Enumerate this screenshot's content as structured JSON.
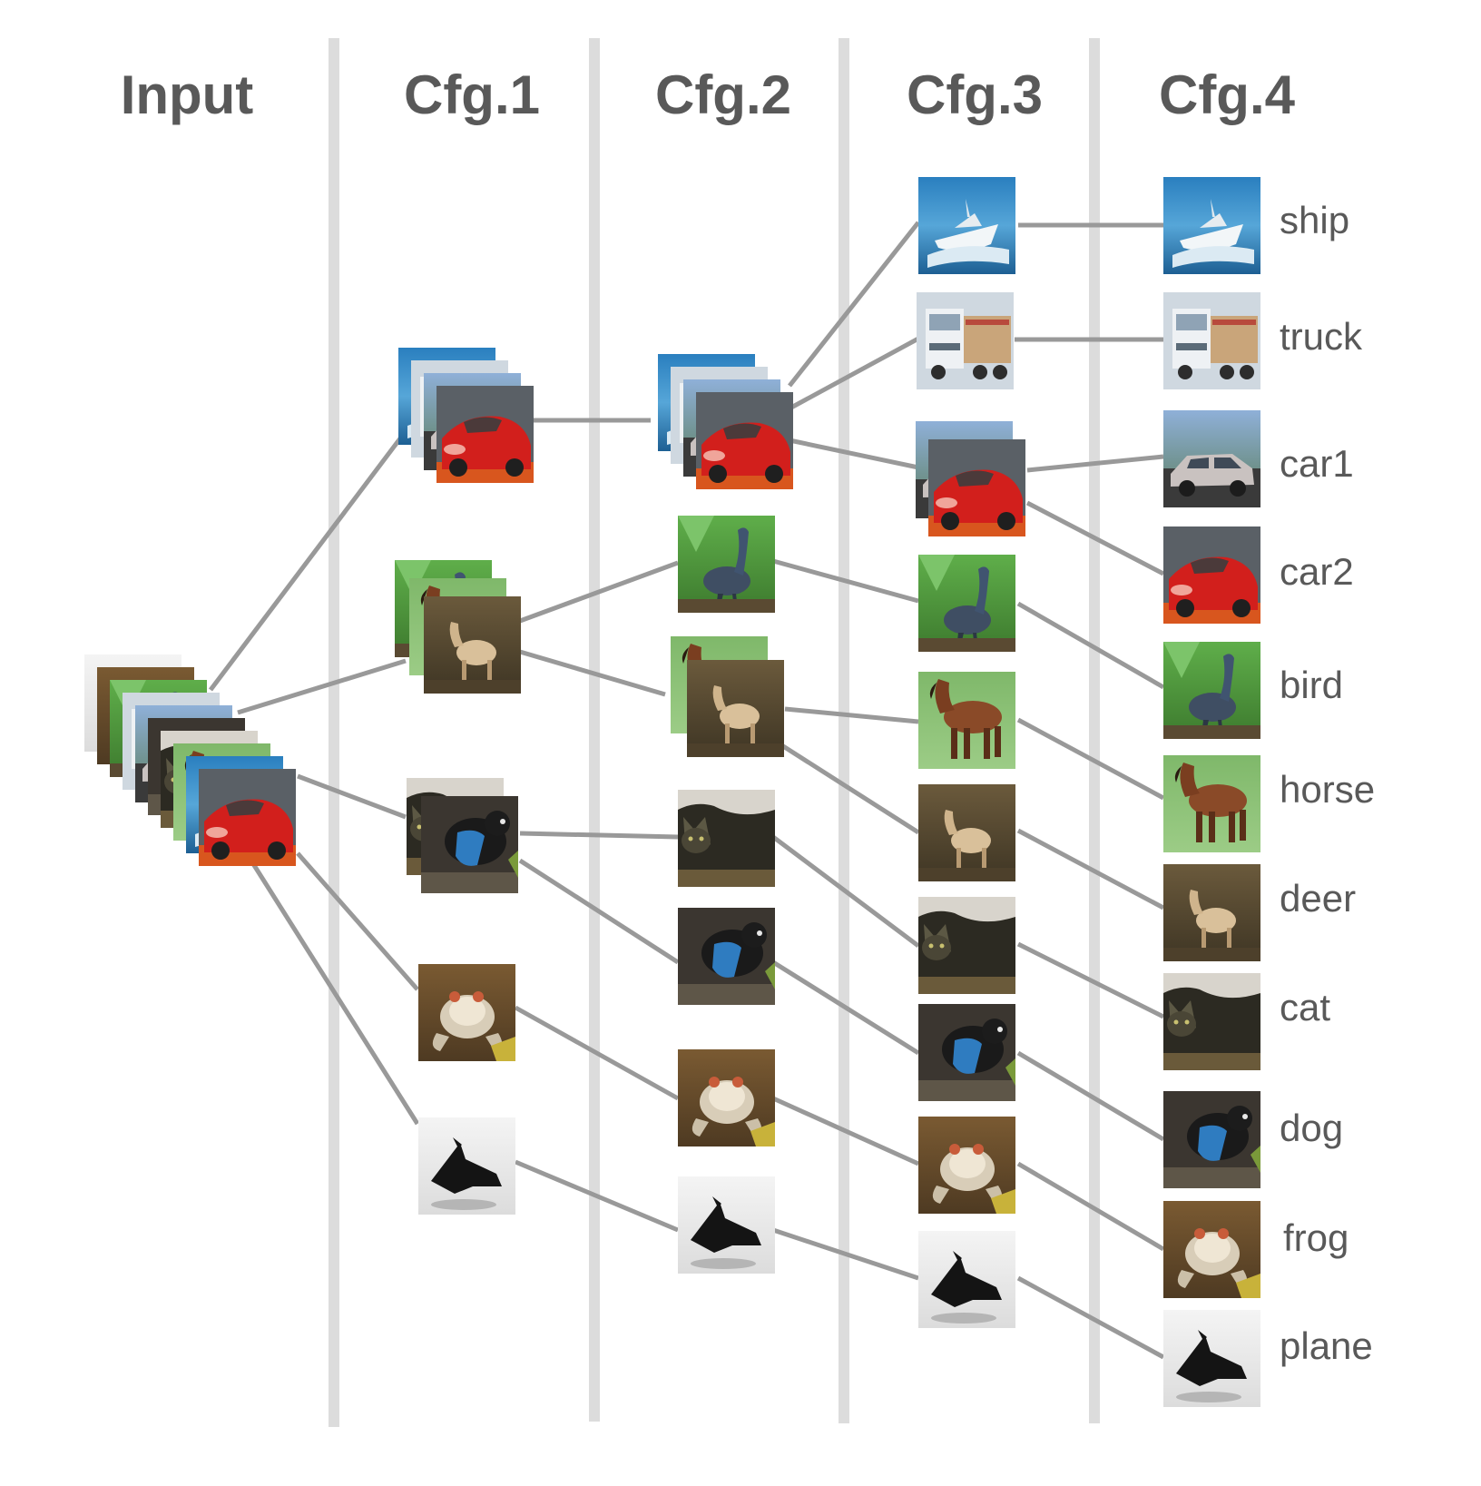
{
  "headers": [
    "Input",
    "Cfg.1",
    "Cfg.2",
    "Cfg.3",
    "Cfg.4"
  ],
  "classes": [
    "ship",
    "truck",
    "car1",
    "car2",
    "bird",
    "horse",
    "deer",
    "cat",
    "dog",
    "frog",
    "plane"
  ],
  "tree": {
    "input": "all",
    "cfg1": [
      [
        "ship",
        "truck",
        "car1",
        "car2"
      ],
      [
        "bird",
        "horse",
        "deer"
      ],
      [
        "cat",
        "dog"
      ],
      [
        "frog"
      ],
      [
        "plane"
      ]
    ],
    "cfg2": [
      [
        "ship",
        "truck",
        "car1",
        "car2"
      ],
      [
        "bird"
      ],
      [
        "horse",
        "deer"
      ],
      [
        "cat"
      ],
      [
        "dog"
      ],
      [
        "frog"
      ],
      [
        "plane"
      ]
    ],
    "cfg3": [
      [
        "ship"
      ],
      [
        "truck"
      ],
      [
        "car1",
        "car2"
      ],
      [
        "bird"
      ],
      [
        "horse"
      ],
      [
        "deer"
      ],
      [
        "cat"
      ],
      [
        "dog"
      ],
      [
        "frog"
      ],
      [
        "plane"
      ]
    ],
    "cfg4": [
      [
        "ship"
      ],
      [
        "truck"
      ],
      [
        "car1"
      ],
      [
        "car2"
      ],
      [
        "bird"
      ],
      [
        "horse"
      ],
      [
        "deer"
      ],
      [
        "cat"
      ],
      [
        "dog"
      ],
      [
        "frog"
      ],
      [
        "plane"
      ]
    ]
  },
  "colors": {
    "separator": "#dcdcdc",
    "connector": "#999999",
    "header_text": "#595959",
    "label_text": "#595959"
  }
}
